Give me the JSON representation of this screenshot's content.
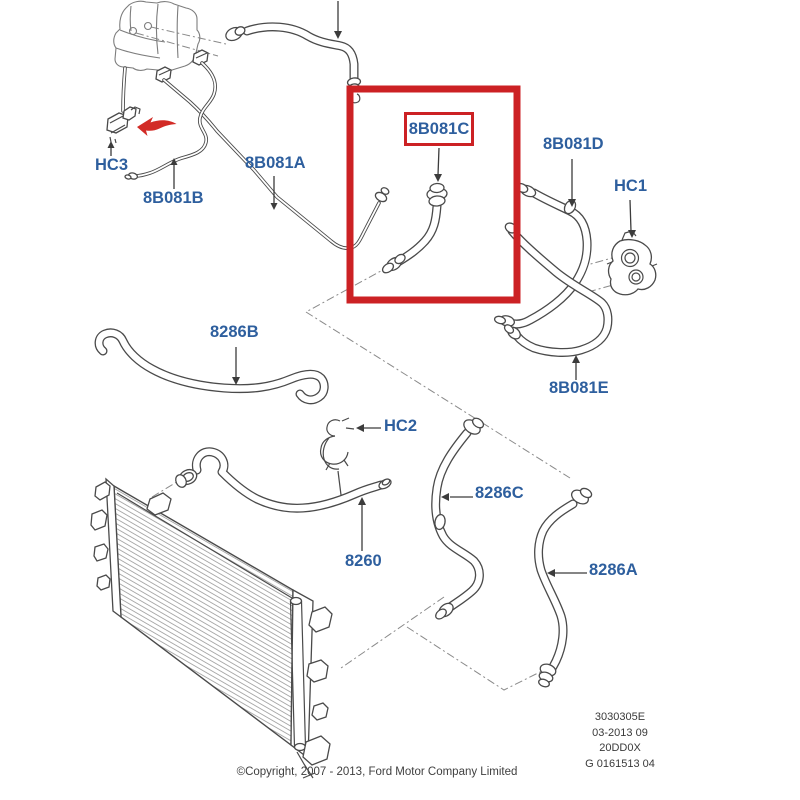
{
  "diagram": {
    "type": "exploded-parts-diagram",
    "subject": "Cooling system hoses and radiator",
    "highlighted_part": "8B081C",
    "labels": [
      {
        "id": "hc3",
        "text": "HC3"
      },
      {
        "id": "8b081b",
        "text": "8B081B"
      },
      {
        "id": "8b081a",
        "text": "8B081A"
      },
      {
        "id": "8b081c",
        "text": "8B081C",
        "highlighted": true
      },
      {
        "id": "8b081d",
        "text": "8B081D"
      },
      {
        "id": "hc1",
        "text": "HC1"
      },
      {
        "id": "8b081e",
        "text": "8B081E"
      },
      {
        "id": "8286b",
        "text": "8286B"
      },
      {
        "id": "hc2",
        "text": "HC2"
      },
      {
        "id": "8286c",
        "text": "8286C"
      },
      {
        "id": "8260",
        "text": "8260"
      },
      {
        "id": "8286a",
        "text": "8286A"
      }
    ],
    "colors": {
      "label_blue": "#2e5f9e",
      "highlight_red": "#cc2124",
      "arrow_red": "#d22b26",
      "line_gray": "#4a4a4a"
    },
    "stamp": {
      "line1": "3030305E",
      "line2": "03-2013 09",
      "line3": "20DD0X",
      "line4": "G 0161513 04"
    },
    "copyright": "©Copyright, 2007 - 2013, Ford Motor Company Limited"
  }
}
